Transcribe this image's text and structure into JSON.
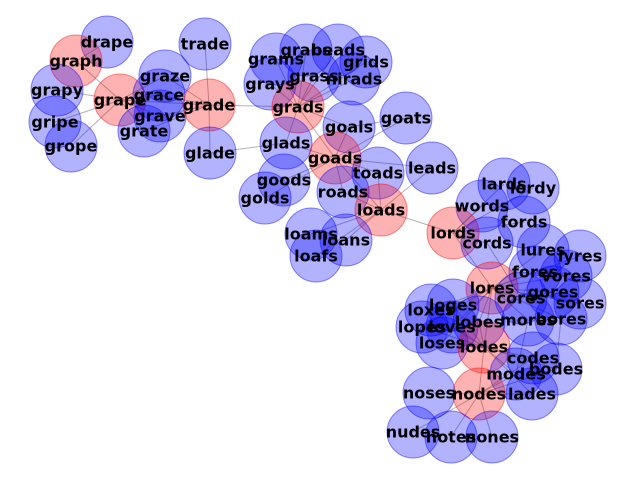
{
  "graph": {
    "nodes": [
      {
        "id": "drape",
        "group": "neighbor"
      },
      {
        "id": "graph",
        "group": "path"
      },
      {
        "id": "grapy",
        "group": "neighbor"
      },
      {
        "id": "grape",
        "group": "path"
      },
      {
        "id": "gripe",
        "group": "neighbor"
      },
      {
        "id": "grope",
        "group": "neighbor"
      },
      {
        "id": "graze",
        "group": "neighbor"
      },
      {
        "id": "grace",
        "group": "neighbor"
      },
      {
        "id": "grave",
        "group": "neighbor"
      },
      {
        "id": "grate",
        "group": "neighbor"
      },
      {
        "id": "trade",
        "group": "neighbor"
      },
      {
        "id": "grade",
        "group": "path"
      },
      {
        "id": "glade",
        "group": "neighbor"
      },
      {
        "id": "grams",
        "group": "neighbor"
      },
      {
        "id": "grabs",
        "group": "neighbor"
      },
      {
        "id": "beads",
        "group": "neighbor"
      },
      {
        "id": "grids",
        "group": "neighbor"
      },
      {
        "id": "grass",
        "group": "neighbor"
      },
      {
        "id": "nirads",
        "group": "neighbor"
      },
      {
        "id": "grays",
        "group": "neighbor"
      },
      {
        "id": "grads",
        "group": "path"
      },
      {
        "id": "goals",
        "group": "neighbor"
      },
      {
        "id": "goats",
        "group": "neighbor"
      },
      {
        "id": "glads",
        "group": "neighbor"
      },
      {
        "id": "goads",
        "group": "path"
      },
      {
        "id": "leads",
        "group": "neighbor"
      },
      {
        "id": "toads",
        "group": "neighbor"
      },
      {
        "id": "goods",
        "group": "neighbor"
      },
      {
        "id": "golds",
        "group": "neighbor"
      },
      {
        "id": "roads",
        "group": "neighbor"
      },
      {
        "id": "loads",
        "group": "path"
      },
      {
        "id": "loams",
        "group": "neighbor"
      },
      {
        "id": "loans",
        "group": "neighbor"
      },
      {
        "id": "loafs",
        "group": "neighbor"
      },
      {
        "id": "lards",
        "group": "neighbor"
      },
      {
        "id": "lordy",
        "group": "neighbor"
      },
      {
        "id": "words",
        "group": "neighbor"
      },
      {
        "id": "fords",
        "group": "neighbor"
      },
      {
        "id": "lords",
        "group": "path"
      },
      {
        "id": "cords",
        "group": "neighbor"
      },
      {
        "id": "lures",
        "group": "neighbor"
      },
      {
        "id": "lyres",
        "group": "neighbor"
      },
      {
        "id": "fores",
        "group": "neighbor"
      },
      {
        "id": "vores",
        "group": "neighbor"
      },
      {
        "id": "lores",
        "group": "path"
      },
      {
        "id": "gores",
        "group": "neighbor"
      },
      {
        "id": "cores",
        "group": "neighbor"
      },
      {
        "id": "sores",
        "group": "neighbor"
      },
      {
        "id": "loges",
        "group": "neighbor"
      },
      {
        "id": "loxes",
        "group": "neighbor"
      },
      {
        "id": "lobes",
        "group": "neighbor"
      },
      {
        "id": "mores",
        "group": "neighbor"
      },
      {
        "id": "bores",
        "group": "neighbor"
      },
      {
        "id": "lopes",
        "group": "neighbor"
      },
      {
        "id": "loves",
        "group": "neighbor"
      },
      {
        "id": "loses",
        "group": "neighbor"
      },
      {
        "id": "lodes",
        "group": "path"
      },
      {
        "id": "codes",
        "group": "neighbor"
      },
      {
        "id": "modes",
        "group": "neighbor"
      },
      {
        "id": "bodes",
        "group": "neighbor"
      },
      {
        "id": "noses",
        "group": "neighbor"
      },
      {
        "id": "nodes",
        "group": "path"
      },
      {
        "id": "lades",
        "group": "neighbor"
      },
      {
        "id": "nudes",
        "group": "neighbor"
      },
      {
        "id": "notes",
        "group": "neighbor"
      },
      {
        "id": "nones",
        "group": "neighbor"
      }
    ],
    "edges": [
      [
        "graph",
        "drape"
      ],
      [
        "graph",
        "grape"
      ],
      [
        "grapy",
        "grape"
      ],
      [
        "gripe",
        "grape"
      ],
      [
        "grope",
        "grape"
      ],
      [
        "grape",
        "graze"
      ],
      [
        "grape",
        "grace"
      ],
      [
        "grape",
        "grave"
      ],
      [
        "grape",
        "grate"
      ],
      [
        "grape",
        "grade"
      ],
      [
        "graze",
        "grade"
      ],
      [
        "grace",
        "grade"
      ],
      [
        "grave",
        "grade"
      ],
      [
        "grate",
        "grade"
      ],
      [
        "trade",
        "grade"
      ],
      [
        "glade",
        "grade"
      ],
      [
        "glade",
        "glads"
      ],
      [
        "grade",
        "grads"
      ],
      [
        "grads",
        "grams"
      ],
      [
        "grads",
        "grabs"
      ],
      [
        "grads",
        "beads"
      ],
      [
        "grads",
        "grids"
      ],
      [
        "grads",
        "grass"
      ],
      [
        "grads",
        "nirads"
      ],
      [
        "grads",
        "grays"
      ],
      [
        "grads",
        "goads"
      ],
      [
        "grads",
        "glads"
      ],
      [
        "grads",
        "goals"
      ],
      [
        "goals",
        "goats"
      ],
      [
        "goads",
        "goats"
      ],
      [
        "goads",
        "goals"
      ],
      [
        "goads",
        "glads"
      ],
      [
        "goads",
        "goods"
      ],
      [
        "goads",
        "golds"
      ],
      [
        "goads",
        "toads"
      ],
      [
        "goads",
        "roads"
      ],
      [
        "goads",
        "leads"
      ],
      [
        "goads",
        "loads"
      ],
      [
        "roads",
        "loads"
      ],
      [
        "toads",
        "loads"
      ],
      [
        "leads",
        "loads"
      ],
      [
        "loads",
        "loams"
      ],
      [
        "loads",
        "loans"
      ],
      [
        "loads",
        "loafs"
      ],
      [
        "loads",
        "lords"
      ],
      [
        "lords",
        "lards"
      ],
      [
        "lords",
        "lordy"
      ],
      [
        "lords",
        "words"
      ],
      [
        "lords",
        "fords"
      ],
      [
        "lords",
        "cords"
      ],
      [
        "lords",
        "lores"
      ],
      [
        "lores",
        "lures"
      ],
      [
        "lores",
        "lyres"
      ],
      [
        "lores",
        "fores"
      ],
      [
        "lores",
        "vores"
      ],
      [
        "lores",
        "gores"
      ],
      [
        "lores",
        "cores"
      ],
      [
        "lores",
        "sores"
      ],
      [
        "lores",
        "loges"
      ],
      [
        "lores",
        "loxes"
      ],
      [
        "lores",
        "lobes"
      ],
      [
        "lores",
        "mores"
      ],
      [
        "lores",
        "bores"
      ],
      [
        "lores",
        "lopes"
      ],
      [
        "lores",
        "loves"
      ],
      [
        "lores",
        "loses"
      ],
      [
        "lores",
        "lodes"
      ],
      [
        "fores",
        "cores"
      ],
      [
        "gores",
        "cores"
      ],
      [
        "cords",
        "cores"
      ],
      [
        "mores",
        "modes"
      ],
      [
        "bores",
        "bodes"
      ],
      [
        "lodes",
        "loges"
      ],
      [
        "lodes",
        "loxes"
      ],
      [
        "lodes",
        "lobes"
      ],
      [
        "lodes",
        "lopes"
      ],
      [
        "lodes",
        "loves"
      ],
      [
        "lodes",
        "loses"
      ],
      [
        "lodes",
        "codes"
      ],
      [
        "lodes",
        "modes"
      ],
      [
        "lodes",
        "bodes"
      ],
      [
        "lodes",
        "nodes"
      ],
      [
        "lodes",
        "lades"
      ],
      [
        "nodes",
        "codes"
      ],
      [
        "nodes",
        "modes"
      ],
      [
        "nodes",
        "bodes"
      ],
      [
        "nodes",
        "noses"
      ],
      [
        "nodes",
        "lades"
      ],
      [
        "nodes",
        "nudes"
      ],
      [
        "nodes",
        "notes"
      ],
      [
        "nodes",
        "nones"
      ]
    ],
    "colors": {
      "neighbor": "#0000ff",
      "path": "#ff0000",
      "edge": "#7f7f7f"
    }
  }
}
